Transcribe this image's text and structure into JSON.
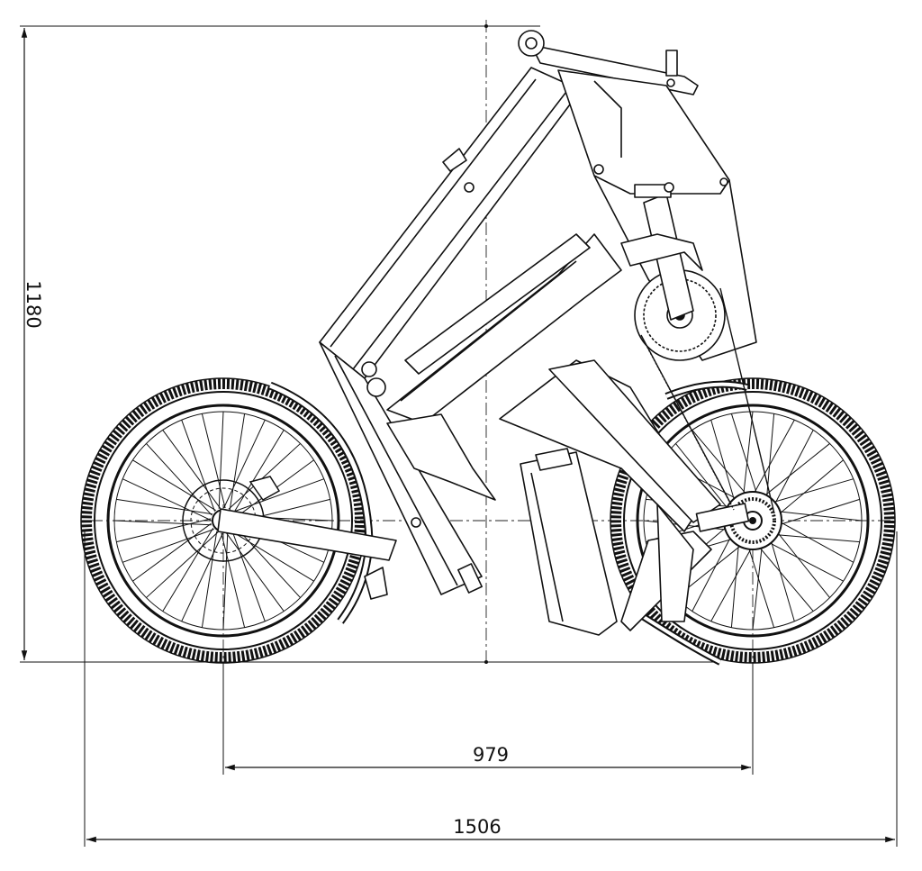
{
  "drawing": {
    "dimensions": {
      "height_label": "1180",
      "wheelbase_label": "979",
      "overall_length_label": "1506"
    }
  }
}
